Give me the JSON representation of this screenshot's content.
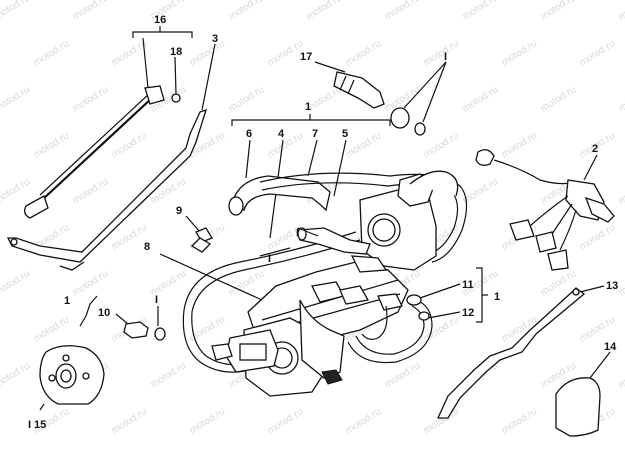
{
  "watermark": "motod.ru",
  "labels": {
    "l1": "1",
    "l1b": "1",
    "l1c": "1",
    "l2": "2",
    "l3": "3",
    "l4": "4",
    "l5": "5",
    "l6": "6",
    "l7": "7",
    "l8": "8",
    "l9": "9",
    "l10": "10",
    "l11": "11",
    "l12": "12",
    "l13": "13",
    "l14": "14",
    "l15": "15",
    "l16": "16",
    "l17": "17",
    "l18": "18",
    "li1": "I",
    "li2": "I",
    "li3": "I",
    "li4": "I",
    "li5": "I"
  }
}
